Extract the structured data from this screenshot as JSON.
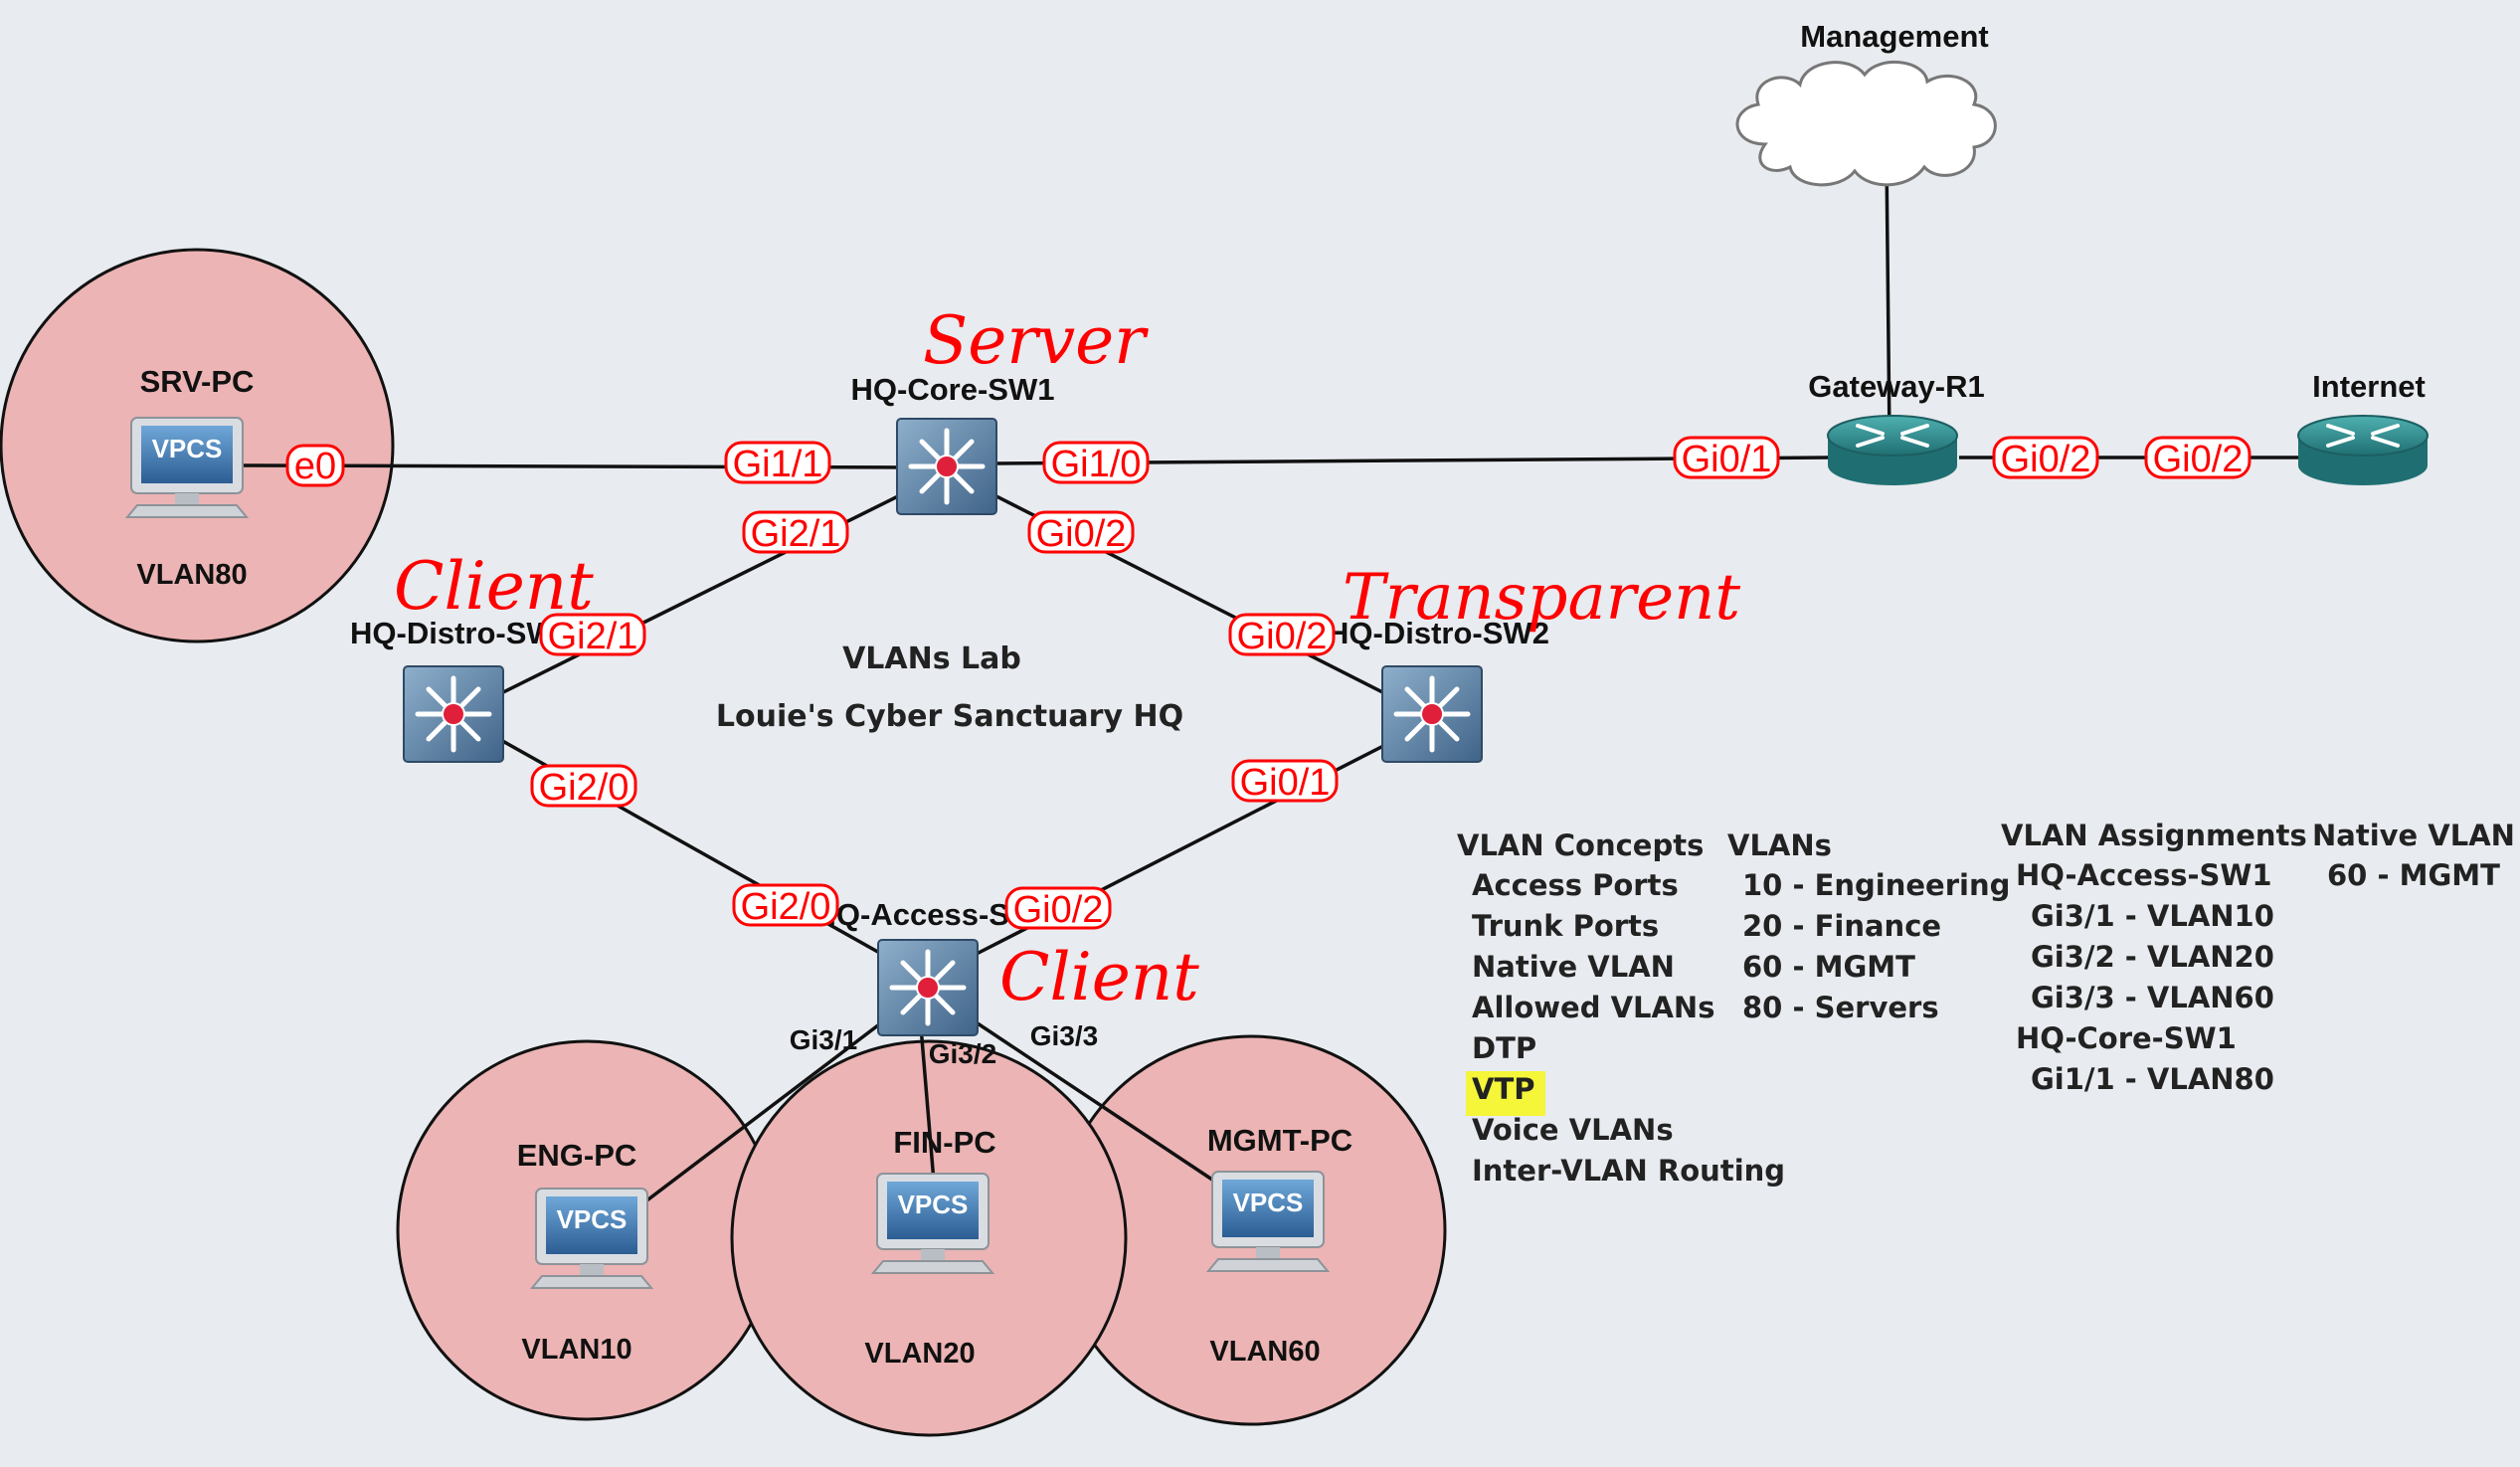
{
  "title": "VLANs Lab",
  "subtitle": "Louie's Cyber Sanctuary HQ",
  "nodes": {
    "management": {
      "label": "Management"
    },
    "gateway": {
      "label": "Gateway-R1"
    },
    "internet": {
      "label": "Internet"
    },
    "core": {
      "label": "HQ-Core-SW1",
      "annotation": "Server"
    },
    "distro1": {
      "label": "HQ-Distro-SW1",
      "annotation": "Client"
    },
    "distro2": {
      "label": "HQ-Distro-SW2",
      "annotation": "Transparent"
    },
    "access": {
      "label": "HQ-Access-SW1",
      "annotation": "Client"
    },
    "srv_pc": {
      "label": "SRV-PC",
      "vlan": "VLAN80",
      "badge": "VPCS"
    },
    "eng_pc": {
      "label": "ENG-PC",
      "vlan": "VLAN10",
      "badge": "VPCS"
    },
    "fin_pc": {
      "label": "FIN-PC",
      "vlan": "VLAN20",
      "badge": "VPCS"
    },
    "mgmt_pc": {
      "label": "MGMT-PC",
      "vlan": "VLAN60",
      "badge": "VPCS"
    }
  },
  "ports": {
    "srv_e0": "e0",
    "core_gi11": "Gi1/1",
    "core_gi10": "Gi1/0",
    "core_gi21": "Gi2/1",
    "core_gi02": "Gi0/2",
    "gw_gi01": "Gi0/1",
    "gw_gi02": "Gi0/2",
    "inet_gi02": "Gi0/2",
    "d1_gi21": "Gi2/1",
    "d1_gi20": "Gi2/0",
    "d2_gi02": "Gi0/2",
    "d2_gi01": "Gi0/1",
    "acc_gi20": "Gi2/0",
    "acc_gi02": "Gi0/2",
    "acc_gi31": "Gi3/1",
    "acc_gi32": "Gi3/2",
    "acc_gi33": "Gi3/3"
  },
  "concepts": {
    "heading": "VLAN Concepts",
    "items": [
      "Access Ports",
      "Trunk Ports",
      "Native VLAN",
      "Allowed VLANs",
      "DTP",
      "VTP",
      "Voice VLANs",
      "Inter-VLAN Routing"
    ],
    "highlight_color": "#f5f53a"
  },
  "vlans": {
    "heading": "VLANs",
    "items": [
      "10 - Engineering",
      "20 - Finance",
      "60 - MGMT",
      "80 - Servers"
    ]
  },
  "assignments": {
    "heading": "VLAN Assignments",
    "sw1": "HQ-Access-SW1",
    "sw1_items": [
      "Gi3/1 - VLAN10",
      "Gi3/2 - VLAN20",
      "Gi3/3 - VLAN60"
    ],
    "sw2": "HQ-Core-SW1",
    "sw2_items": [
      "Gi1/1 - VLAN80"
    ]
  },
  "native": {
    "heading": "Native VLAN",
    "value": "60 - MGMT"
  },
  "colors": {
    "circle_fill": "#ecb4b4",
    "annotation": "#ff0000",
    "router": "#2f8f8f",
    "switch": "#5b7fa3"
  }
}
